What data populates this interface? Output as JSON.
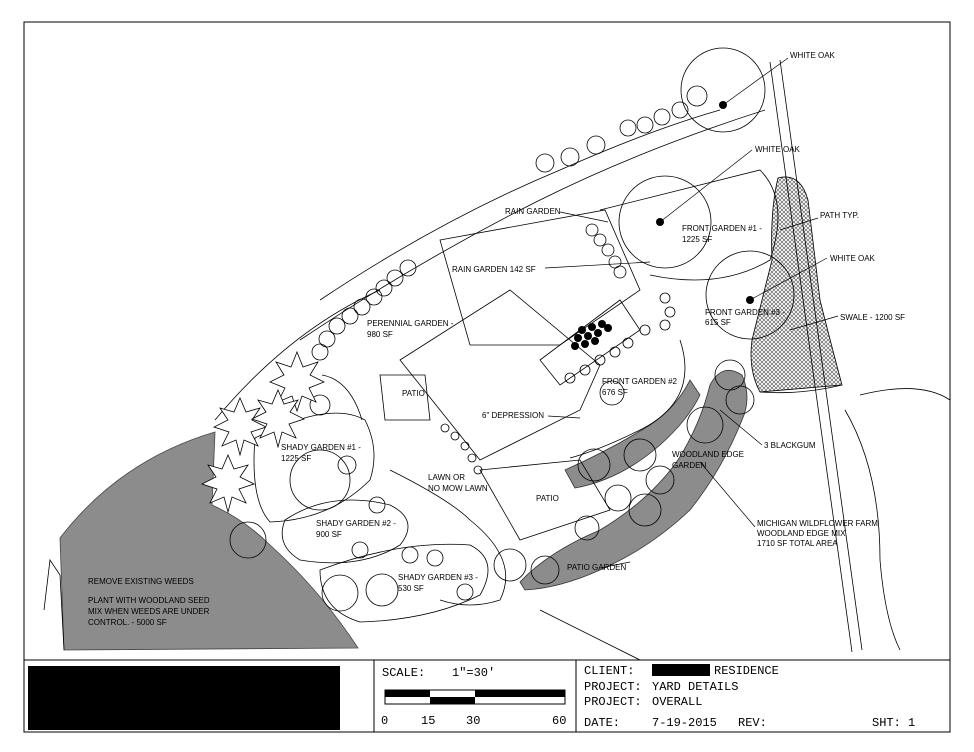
{
  "labels": {
    "white_oak_1": "WHITE OAK",
    "white_oak_2": "WHITE OAK",
    "white_oak_3": "WHITE OAK",
    "rain_garden": "RAIN GARDEN",
    "rain_garden_area": "RAIN GARDEN 142 SF",
    "front_garden_1_a": "FRONT GARDEN #1 -",
    "front_garden_1_b": "1225 SF",
    "path_typ": "PATH TYP.",
    "front_garden_3_a": "FRONT GARDEN #3 -",
    "front_garden_3_b": "615 SF",
    "swale": "SWALE - 1200 SF",
    "perennial_a": "PERENNIAL GARDEN -",
    "perennial_b": "980 SF",
    "patio_1": "PATIO",
    "front_garden_2_a": "FRONT GARDEN #2",
    "front_garden_2_b": "676 SF",
    "depression": "6\" DEPRESSION",
    "blackgum": "3 BLACKGUM",
    "shady_1_a": "SHADY GARDEN #1 -",
    "shady_1_b": "1225 SF",
    "lawn_a": "LAWN OR",
    "lawn_b": "NO MOW LAWN",
    "woodland_edge_a": "WOODLAND EDGE",
    "woodland_edge_b": "GARDEN",
    "patio_2": "PATIO",
    "shady_2_a": "SHADY GARDEN #2 -",
    "shady_2_b": "900 SF",
    "michigan_a": "MICHIGAN WILDFLOWER FARM",
    "michigan_b": "WOODLAND EDGE MIX",
    "michigan_c": "1710 SF  TOTAL AREA",
    "patio_garden": "PATIO GARDEN",
    "shady_3_a": "SHADY GARDEN #3 -",
    "shady_3_b": "530 SF",
    "remove_a": "REMOVE EXISTING WEEDS",
    "remove_b": "PLANT WITH WOODLAND SEED",
    "remove_c": "MIX WHEN WEEDS ARE UNDER",
    "remove_d": "CONTROL. - 5000 SF"
  },
  "title_block": {
    "scale_label": "SCALE:",
    "scale_value": "1\"=30'",
    "scale_ticks": [
      "0",
      "15",
      "30",
      "60"
    ],
    "client_label": "CLIENT:",
    "client_value": "RESIDENCE",
    "project_label": "PROJECT:",
    "project_1": "YARD DETAILS",
    "project_2": "OVERALL",
    "date_label": "DATE:",
    "date_value": "7-19-2015",
    "rev_label": "REV:",
    "sheet_label": "SHT: 1"
  },
  "colors": {
    "line": "#000000",
    "shade": "#8c8c8c",
    "redaction": "#000000"
  }
}
